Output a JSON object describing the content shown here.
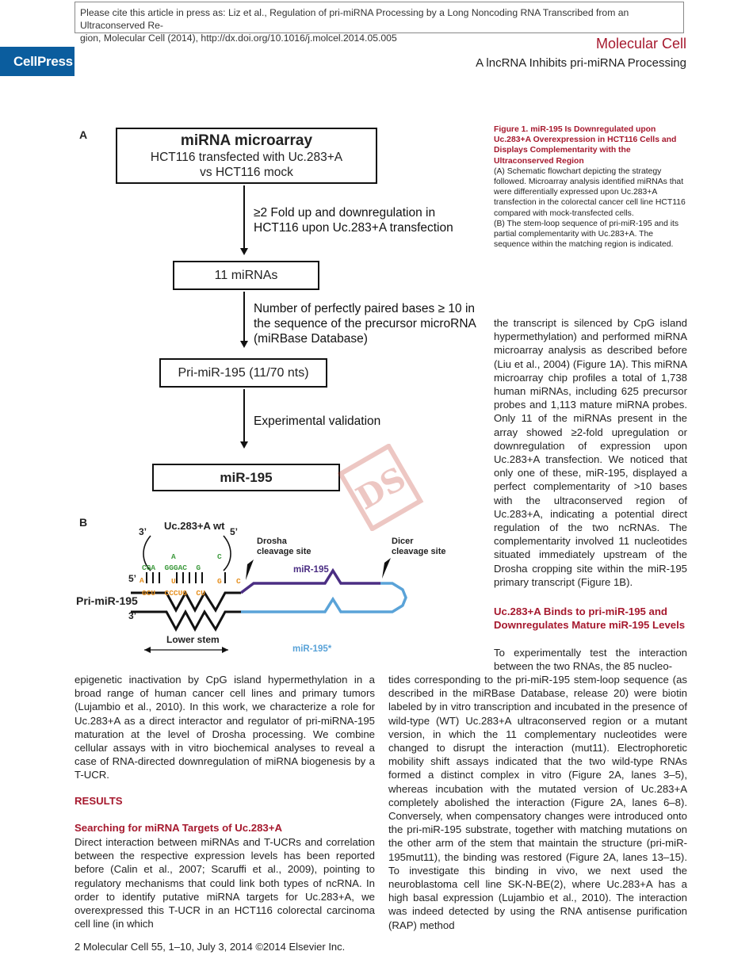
{
  "header": {
    "cite_line1": "Please cite this article in press as: Liz et al., Regulation of pri-miRNA Processing by a Long Noncoding RNA Transcribed from an Ultraconserved Re-",
    "cite_line2": "gion, Molecular Cell (2014), http://dx.doi.org/10.1016/j.molcel.2014.05.005",
    "publisher": "CellPress",
    "journal": "Molecular Cell",
    "running_title": "A lncRNA Inhibits pri-miRNA Processing"
  },
  "figure": {
    "panel_a": "A",
    "panel_b": "B",
    "box1_title": "miRNA microarray",
    "box1_line2": "HCT116 transfected with Uc.283+A",
    "box1_line3": "vs HCT116 mock",
    "step1_line1": "≥2 Fold up and downregulation in",
    "step1_line2": "HCT116 upon Uc.283+A transfection",
    "box2": "11 miRNAs",
    "step2_line1": "Number of perfectly paired bases ≥ 10 in",
    "step2_line2": "the sequence of the precursor microRNA",
    "step2_line3": "(miRBase Database)",
    "box3": "Pri-miR-195 (11/70 nts)",
    "step3": "Experimental validation",
    "box4": "miR-195",
    "uc_label": "Uc.283+A wt",
    "three_prime_top": "3’",
    "five_prime_top": "5’",
    "five_prime_left": "5’",
    "three_prime_left": "3’",
    "pri_label": "Pri-miR-195",
    "drosha_l1": "Drosha",
    "drosha_l2": "cleavage site",
    "dicer_l1": "Dicer",
    "dicer_l2": "cleavage site",
    "mir195": "miR-195",
    "mir195star": "miR-195*",
    "lower_stem": "Lower stem",
    "seq_top_bulge_a": "A",
    "seq_top_bulge_c": "C",
    "seq_green": "CGA  GGGAC  G",
    "seq_orange_left": "A",
    "seq_u": "U",
    "seq_g": "G",
    "seq_c": "C",
    "seq_bottom": "GCU  CCCUG  CU"
  },
  "caption": {
    "title": "Figure 1. miR-195 Is Downregulated upon Uc.283+A Overexpression in HCT116 Cells and Displays Complementarity with the Ultraconserved Region",
    "para_a": "(A) Schematic flowchart depicting the strategy followed. Microarray analysis identified miRNAs that were differentially expressed upon Uc.283+A transfection in the colorectal cancer cell line HCT116 compared with mock-transfected cells.",
    "para_b": "(B) The stem-loop sequence of pri-miR-195 and its partial complementarity with Uc.283+A. The sequence within the matching region is indicated."
  },
  "right_col_1": "the transcript is silenced by CpG island hypermethylation) and performed miRNA microarray analysis as described before (Liu et al., 2004) (Figure 1A). This miRNA microarray chip profiles a total of 1,738 human miRNAs, including 625 precursor probes and 1,113 mature miRNA probes. Only 11 of the miRNAs present in the array showed ≥2-fold upregulation or downregulation of expression upon Uc.283+A transfection. We noticed that only one of these, miR-195, displayed a perfect complementarity of >10 bases with the ultraconserved region of Uc.283+A, indicating a potential direct regulation of the two ncRNAs. The complementarity involved 11 nucleotides situated immediately upstream of the Drosha cropping site within the miR-195 primary transcript (Figure 1B).",
  "right_head": "Uc.283+A Binds to pri-miR-195 and Downregulates Mature miR-195 Levels",
  "right_col_2": "To experimentally test the interaction between the two RNAs, the 85 nucleo-",
  "left_col": "epigenetic inactivation by CpG island hypermethylation in a broad range of human cancer cell lines and primary tumors (Lujambio et al., 2010). In this work, we characterize a role for Uc.283+A as a direct interactor and regulator of pri-miRNA-195 maturation at the level of Drosha processing. We combine cellular assays with in vitro biochemical analyses to reveal a case of RNA-directed downregulation of miRNA biogenesis by a T-UCR.",
  "results_head": "RESULTS",
  "sub_head": "Searching for miRNA Targets of Uc.283+A",
  "left_col_2": "Direct interaction between miRNAs and T-UCRs and correlation between the respective expression levels has been reported before (Calin et al., 2007; Scaruffi et al., 2009), pointing to regulatory mechanisms that could link both types of ncRNA. In order to identify putative miRNA targets for Uc.283+A, we overexpressed this T-UCR in an HCT116 colorectal carcinoma cell line (in which",
  "right_col_3": "tides corresponding to the pri-miR-195 stem-loop sequence (as described in the miRBase Database, release 20) were biotin labeled by in vitro transcription and incubated in the presence of wild-type (WT) Uc.283+A ultraconserved region or a mutant version, in which the 11 complementary nucleotides were changed to disrupt the interaction (mut11). Electrophoretic mobility shift assays indicated that the two wild-type RNAs formed a distinct complex in vitro (Figure 2A, lanes 3–5), whereas incubation with the mutated version of Uc.283+A completely abolished the interaction (Figure 2A, lanes 6–8). Conversely, when compensatory changes were introduced onto the pri-miR-195 substrate, together with matching mutations on the other arm of the stem that maintain the structure (pri-miR-195mut11), the binding was restored (Figure 2A, lanes 13–15). To investigate this binding in vivo, we next used the neuroblastoma cell line SK-N-BE(2), where Uc.283+A has a high basal expression (Lujambio et al., 2010). The interaction was indeed detected by using the RNA antisense purification (RAP) method",
  "footer": "2  Molecular Cell 55, 1–10, July 3, 2014 ©2014 Elsevier Inc.",
  "colors": {
    "accent": "#a6192e",
    "link": "#1a8ec8",
    "cellpress": "#0b5d9e",
    "purple": "#4b2e83",
    "blue": "#5aa3d8",
    "green": "#3f9b3f",
    "orange": "#e69020"
  }
}
